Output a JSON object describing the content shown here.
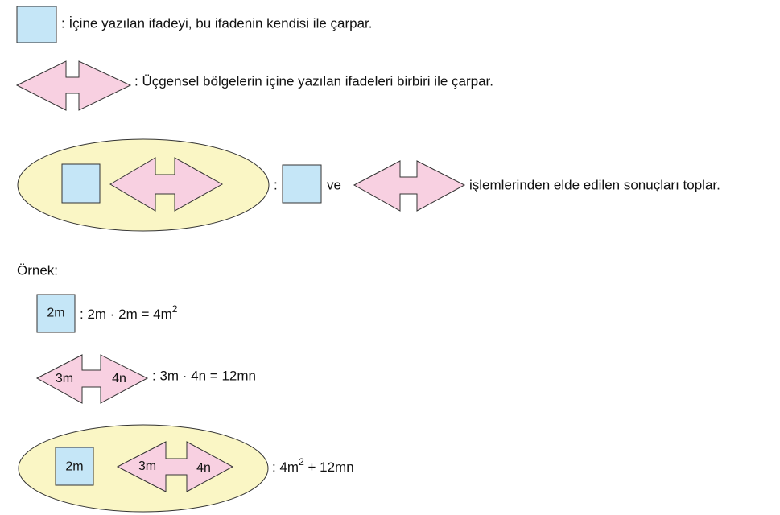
{
  "rules": {
    "square_rule": ": İçine yazılan ifadeyi, bu ifadenin kendisi ile çarpar.",
    "arrow_rule": ": Üçgensel bölgelerin içine yazılan ifadeleri birbiri ile çarpar.",
    "ellipse_rule": {
      "colon": ":",
      "ve": "ve",
      "tail": "işlemlerinden elde edilen sonuçları toplar."
    }
  },
  "example": {
    "heading": "Örnek:",
    "square": {
      "label": "2m",
      "result_prefix": ": 2m · 2m = 4m",
      "result_sup": "2"
    },
    "arrow": {
      "left_label": "3m",
      "right_label": "4n",
      "result": ": 3m · 4n = 12mn"
    },
    "ellipse": {
      "square_label": "2m",
      "left_label": "3m",
      "right_label": "4n",
      "result_prefix": ": 4m",
      "result_sup": "2",
      "result_suffix": " + 12mn"
    }
  },
  "colors": {
    "square_fill": "#c5e6f7",
    "arrow_fill": "#f8d0e1",
    "ellipse_fill": "#faf6c5"
  }
}
